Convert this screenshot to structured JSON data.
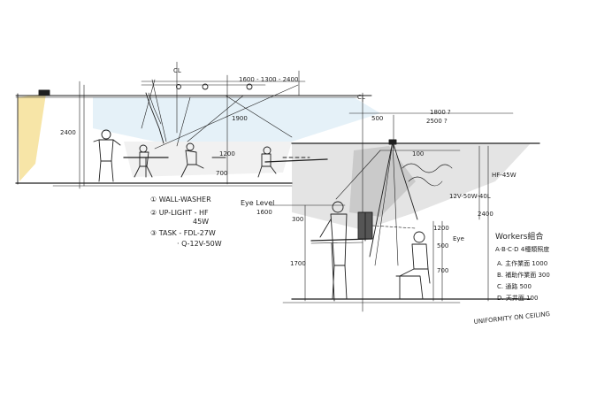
{
  "colors": {
    "ink": "#1f1f1f",
    "sky_wash": "#cfe6f2",
    "warm_light": "#f4dc8a",
    "shade": "#b9b9b9"
  },
  "labels": {
    "centerline_left": "CL",
    "centerline_right": "CL",
    "dim_top_spacing": "1600 - 1300 - 2400",
    "dim_1900": "1900",
    "dim_2400": "2400",
    "dim_700_left": "700",
    "dim_1200_left": "1200",
    "dim_500": "500",
    "dim_1800": "1800 ?",
    "dim_2500": "2500 ?",
    "dim_100": "100",
    "dim_300": "300",
    "dim_2400_right": "2400",
    "dim_1700": "1700",
    "dim_700_right": "700",
    "dim_1200_right": "1200",
    "dim_500_right": "500",
    "eye_level": "Eye Level",
    "eye_level_height": "1600",
    "eye": "Eye",
    "hf_45w": "HF-45W",
    "lamp_12v": "12V-50W-40L"
  },
  "legend": {
    "item1": "① WALL-WASHER",
    "item2": "② UP-LIGHT - HF",
    "item2b": "45W",
    "item3": "③ TASK - FDL-27W",
    "item3b": "· Q-12V-50W"
  },
  "notes": {
    "workers_title": "Workers組合",
    "abcd": "A·B·C·D 4種類照度",
    "note_a": "A. 主作業面 1000",
    "note_b": "B. 補助作業面 300",
    "note_c": "C. 通路 500",
    "note_d": "D. 天井面 100",
    "uniformity": "UNIFORMITY ON CEILING"
  }
}
